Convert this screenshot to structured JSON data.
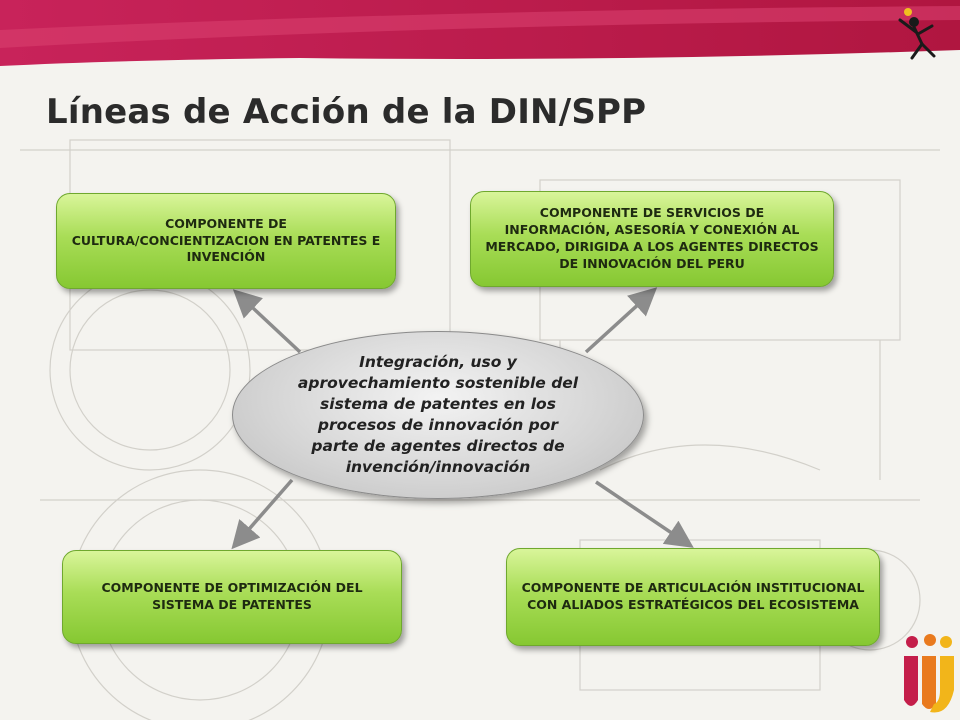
{
  "slide": {
    "title": "Líneas de Acción de la DIN/SPP",
    "center_text": "Integración, uso y aprovechamiento sostenible del sistema de patentes en los procesos de innovación por parte de agentes directos de invención/innovación",
    "components": {
      "top_left": "COMPONENTE DE CULTURA/CONCIENTIZACION EN PATENTES E INVENCIÓN",
      "top_right": "COMPONENTE DE SERVICIOS DE INFORMACIÓN, ASESORÍA Y CONEXIÓN AL MERCADO, DIRIGIDA A LOS AGENTES DIRECTOS DE INNOVACIÓN DEL PERU",
      "bottom_left": "COMPONENTE DE OPTIMIZACIÓN DEL SISTEMA DE PATENTES",
      "bottom_right": "COMPONENTE DE ARTICULACIÓN INSTITUCIONAL CON ALIADOS ESTRATÉGICOS DEL ECOSISTEMA"
    }
  },
  "colors": {
    "banner": "#c41e4a",
    "banner_dark": "#9e1438",
    "box_green": "#a9dd57",
    "ellipse_gray": "#d4d4d4",
    "arrow": "#8c8c8c"
  }
}
